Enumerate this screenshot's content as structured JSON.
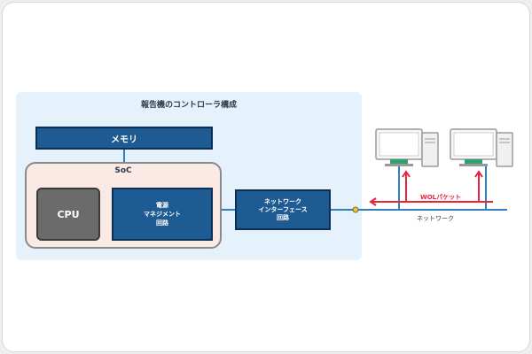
{
  "diagram": {
    "panel_title": "報告機のコントローラ構成",
    "memory_label": "メモリ",
    "soc_label": "SoC",
    "cpu_label": "CPU",
    "power_label": [
      "電源",
      "マネジメント",
      "回路"
    ],
    "netif_label": [
      "ネットワーク",
      "インターフェース",
      "回路"
    ],
    "packet_label": "WOLパケット",
    "network_label": "ネットワーク"
  },
  "colors": {
    "panel_bg": "#e6f2fb",
    "block_blue": "#1f5b93",
    "cpu_gray": "#6b6b6b",
    "soc_bg": "#fbe9e6",
    "network_line": "#2f7fc1",
    "packet_red": "#e8233a",
    "screen_green": "#2fa36b"
  },
  "icons": [
    "desktop-computer-icon",
    "desktop-computer-icon",
    "connector-dot-icon"
  ]
}
